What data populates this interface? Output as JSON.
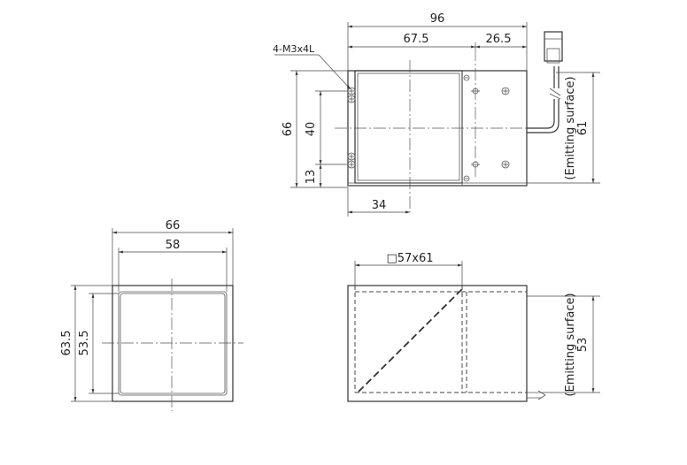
{
  "top_view": {
    "dim_overall_width": "96",
    "dim_housing_width": "67.5",
    "dim_connector_offset": "26.5",
    "dim_screw_note": "4-M3x4L",
    "dim_height": "66",
    "dim_screw_pitch": "40",
    "dim_screw_offset": "13",
    "dim_center_offset": "34",
    "dim_emitting": "61",
    "emitting_label": "(Emitting surface)"
  },
  "front_view": {
    "dim_outer_width": "66",
    "dim_window_width": "58",
    "dim_outer_height": "63.5",
    "dim_window_height": "53.5"
  },
  "side_view": {
    "dim_window": "□57x61",
    "dim_emitting": "53",
    "emitting_label": "(Emitting surface)"
  }
}
